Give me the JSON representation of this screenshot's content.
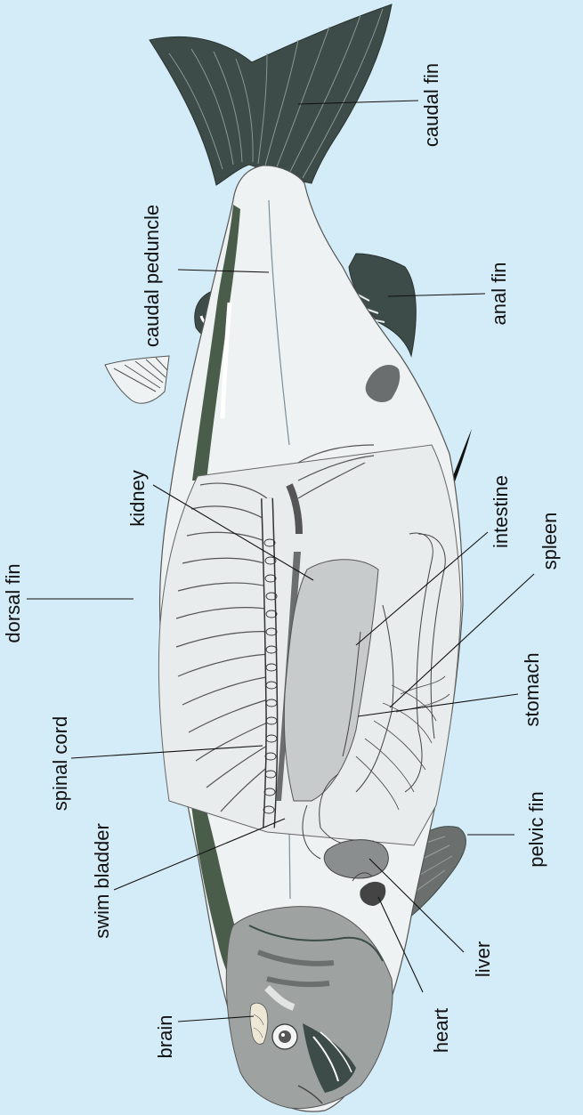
{
  "colors": {
    "background": "#d4ecf8",
    "body": "#eef2f2",
    "dorsal_skin": "#4a5d4a",
    "fin_dark": "#3d4c48",
    "organ": "#c8cbcb",
    "organ_dark": "#6a6e6e",
    "outline": "#333333"
  },
  "labels": {
    "caudal_fin": "caudal fin",
    "caudal_peduncle": "caudal peduncle",
    "anal_fin": "anal fin",
    "kidney": "kidney",
    "intestine": "intestine",
    "spleen": "spleen",
    "dorsal_fin": "dorsal fin",
    "stomach": "stomach",
    "spinal_cord": "spinal cord",
    "swim_bladder": "swim bladder",
    "pelvic_fin": "pelvic fin",
    "brain": "brain",
    "heart": "heart",
    "liver": "liver"
  }
}
